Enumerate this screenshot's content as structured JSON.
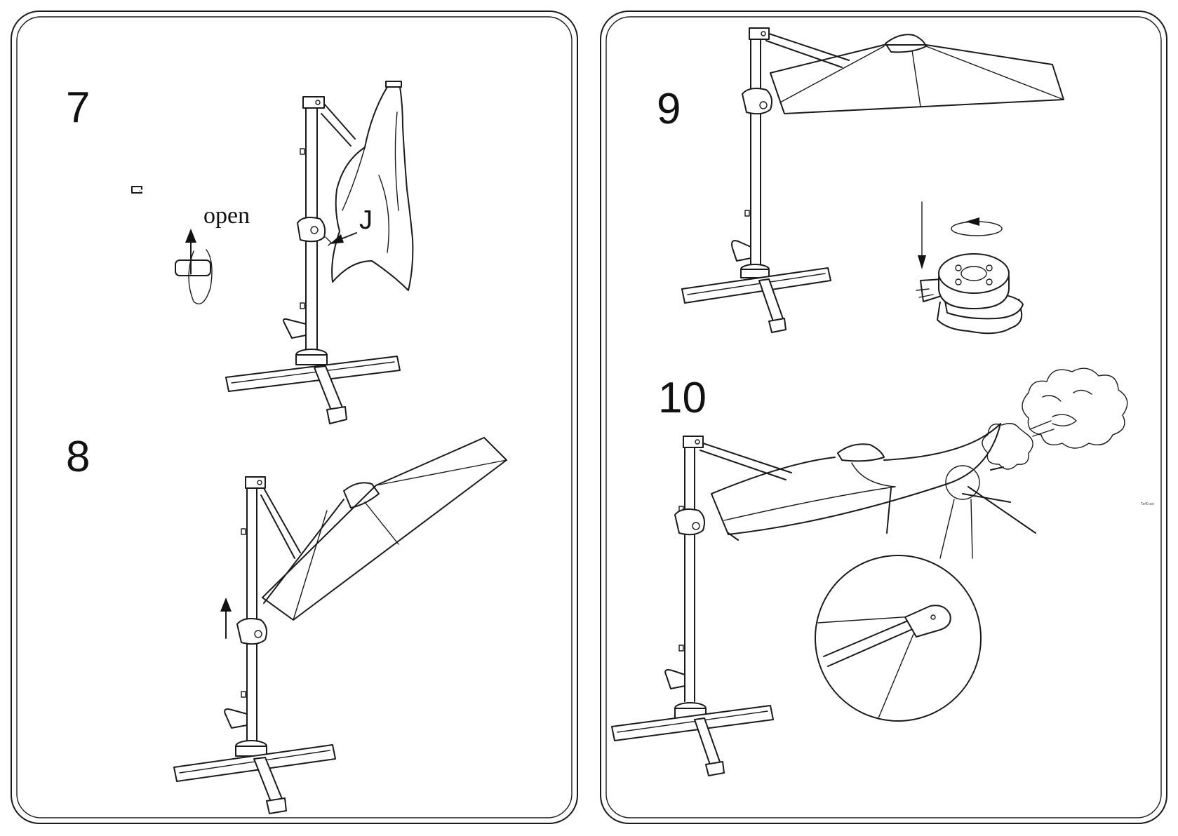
{
  "steps": [
    {
      "number": "7",
      "labels": {
        "action": "open",
        "part": "J"
      }
    },
    {
      "number": "8"
    },
    {
      "number": "9"
    },
    {
      "number": "10"
    }
  ],
  "corner_tag": "Ta40 aw"
}
